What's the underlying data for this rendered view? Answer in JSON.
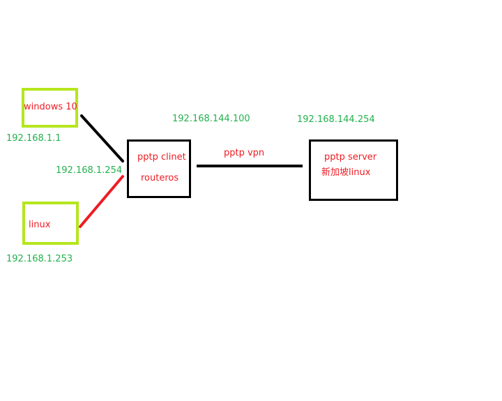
{
  "colors": {
    "device_border": "#b5e61d",
    "router_border": "#000000",
    "label_text": "#ed1c24",
    "ip_text": "#22b14c",
    "link_black": "#000000",
    "link_red": "#ed1c24"
  },
  "nodes": {
    "windows": {
      "label": "windows 10",
      "ip": "192.168.1.1"
    },
    "linux": {
      "label": "linux",
      "ip": "192.168.1.253"
    },
    "router": {
      "line1": "pptp clinet",
      "line2": "routeros",
      "lan_ip": "192.168.1.254",
      "wan_ip": "192.168.144.100"
    },
    "server": {
      "line1": "pptp server",
      "line2": "新加坡linux",
      "ip": "192.168.144.254"
    }
  },
  "links": {
    "vpn_label": "pptp vpn"
  }
}
